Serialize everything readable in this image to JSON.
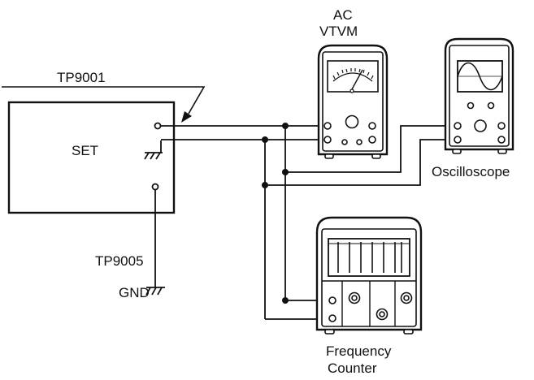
{
  "labels": {
    "set": "SET",
    "tp9001": "TP9001",
    "tp9005": "TP9005",
    "gnd": "GND",
    "ac_vtvm_line1": "AC",
    "ac_vtvm_line2": "VTVM",
    "oscilloscope": "Oscilloscope",
    "frequency_line1": "Frequency",
    "frequency_line2": "Counter"
  },
  "colors": {
    "ink": "#111111",
    "background": "#ffffff"
  }
}
